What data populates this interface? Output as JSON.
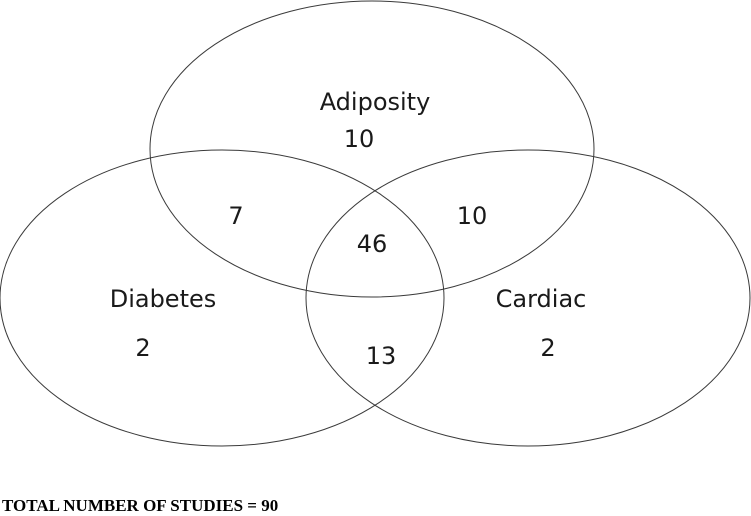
{
  "sets": {
    "adiposity": {
      "label": "Adiposity",
      "only": "10"
    },
    "diabetes": {
      "label": "Diabetes",
      "only": "2"
    },
    "cardiac": {
      "label": "Cardiac",
      "only": "2"
    }
  },
  "intersections": {
    "adiposity_diabetes": "7",
    "adiposity_cardiac": "10",
    "diabetes_cardiac": "13",
    "all_three": "46"
  },
  "footer": {
    "total_text": "TOTAL NUMBER OF STUDIES = 90"
  }
}
